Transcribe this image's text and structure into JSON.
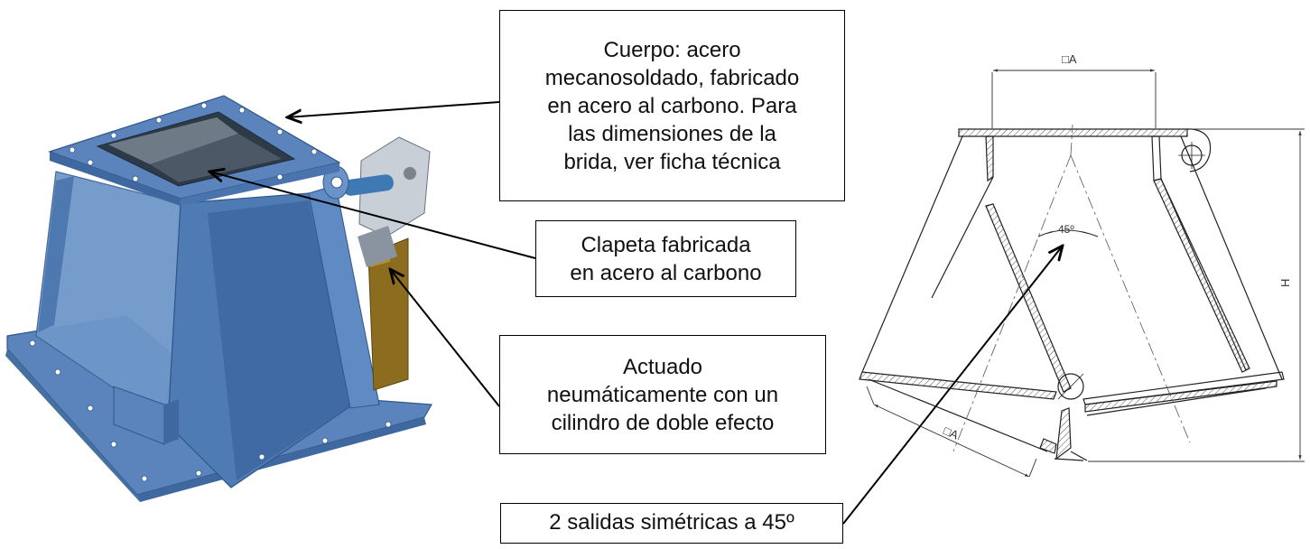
{
  "callouts": {
    "body": "Cuerpo: acero\nmecanosoldado, fabricado\nen acero al carbono. Para\nlas dimensiones de la\nbrida, ver ficha técnica",
    "flap": "Clapeta fabricada\nen acero al carbono",
    "actuator": "Actuado\nneumáticamente con un\ncilindro de doble efecto",
    "outlets": "2 salidas simétricas a 45º"
  },
  "drawing": {
    "dim_top": "□A",
    "dim_bottom": "□A",
    "dim_height": "H",
    "angle": "45º"
  },
  "colors": {
    "steel_blue": "#5d86bd",
    "steel_dark": "#3f6aa3",
    "actuator": "#8a6a1e",
    "line": "#000000"
  }
}
